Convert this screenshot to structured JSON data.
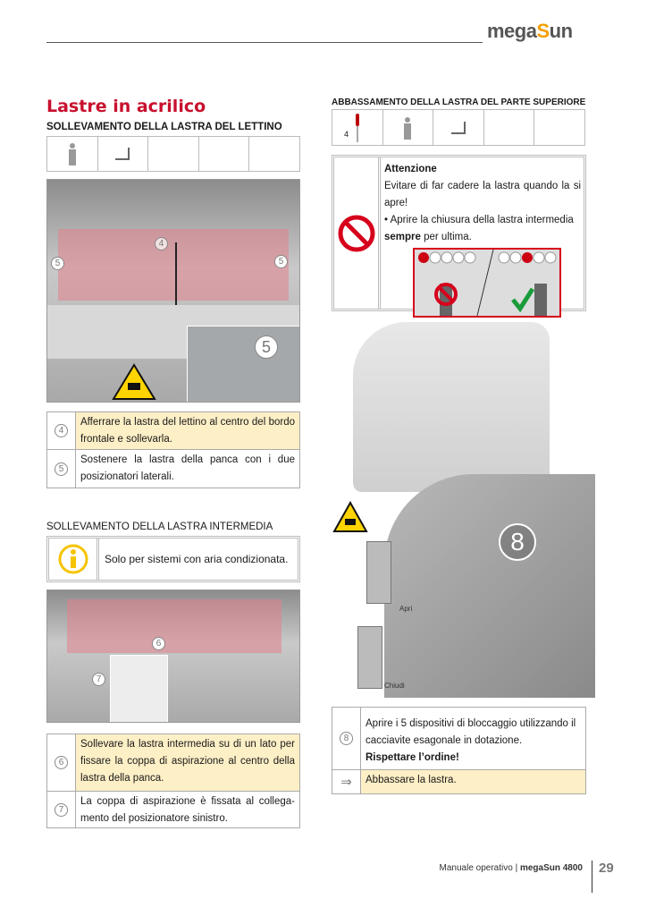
{
  "header": {
    "logo_prefix": "mega",
    "logo_s": "S",
    "logo_suffix": "un"
  },
  "left": {
    "title": "Lastre in acrilico",
    "section1": "SOLLEVAMENTO DELLA LASTRA DEL LETTINO",
    "photo1_callouts": [
      "4",
      "5",
      "5",
      "5"
    ],
    "steps1": [
      {
        "num": "4",
        "text": "Afferrare la lastra del lettino al centro del bordo frontale e sollevarla."
      },
      {
        "num": "5",
        "text": "Sostenere la lastra della panca con i due posizionatori laterali."
      }
    ],
    "section2": "SOLLEVAMENTO DELLA LASTRA INTERMEDIA",
    "info_text": "Solo per sistemi con aria condizionata.",
    "photo2_callouts": [
      "6",
      "7"
    ],
    "steps2": [
      {
        "num": "6",
        "text": "Sollevare la lastra intermedia su di un lato per fissare la coppa di aspirazione al centro della lastra della panca."
      },
      {
        "num": "7",
        "text": "La coppa di aspirazione è fissata al collega-mento del posizionatore sinistro."
      }
    ]
  },
  "right": {
    "section": "ABBASSAMENTO DELLA LASTRA DEL PARTE SUPERIORE",
    "tool_size": "4",
    "attention_title": "Attenzione",
    "attention_text": "Evitare di far cadere la lastra quando la si apre!",
    "bullet_pre": "• Aprire la chiusura della lastra intermedia ",
    "bullet_bold": "sempre",
    "bullet_post": " per ultima.",
    "photo_callout": "8",
    "label_open": "Apri",
    "label_close": "Chiudi",
    "step8_num": "8",
    "step8_text": "Aprire i 5  dispositivi di bloccaggio utilizzando il cacciavite esagonale in dotazione.",
    "step8_bold": "Rispettare l’ordine!",
    "result_arrow": "⇒",
    "result_text": "Abbassare la lastra."
  },
  "footer": {
    "doc": "Manuale operativo | ",
    "product": "megaSun 4800",
    "page": "29"
  }
}
